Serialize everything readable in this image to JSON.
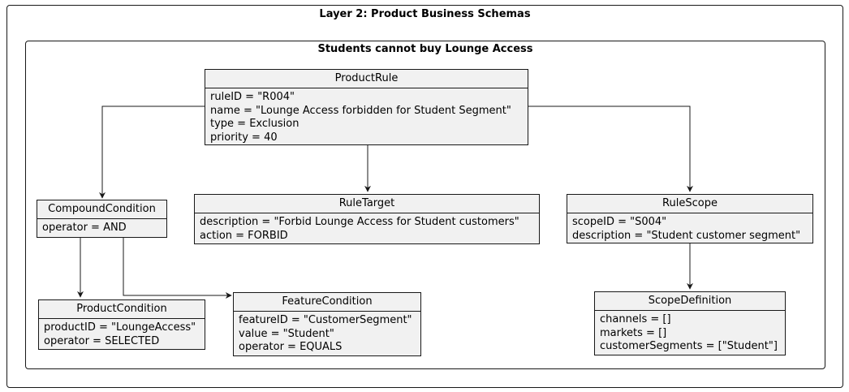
{
  "outer": {
    "title": "Layer 2: Product Business Schemas"
  },
  "inner": {
    "title": "Students cannot buy Lounge Access"
  },
  "objects": {
    "product_rule": {
      "name": "ProductRule",
      "fields": [
        "ruleID = \"R004\"",
        "name = \"Lounge Access forbidden for Student Segment\"",
        "type = Exclusion",
        "priority = 40"
      ]
    },
    "compound_condition": {
      "name": "CompoundCondition",
      "fields": [
        "operator = AND"
      ]
    },
    "rule_target": {
      "name": "RuleTarget",
      "fields": [
        "description = \"Forbid Lounge Access for Student customers\"",
        "action = FORBID"
      ]
    },
    "rule_scope": {
      "name": "RuleScope",
      "fields": [
        "scopeID = \"S004\"",
        "description = \"Student customer segment\""
      ]
    },
    "product_condition": {
      "name": "ProductCondition",
      "fields": [
        "productID = \"LoungeAccess\"",
        "operator = SELECTED"
      ]
    },
    "feature_condition": {
      "name": "FeatureCondition",
      "fields": [
        "featureID = \"CustomerSegment\"",
        "value = \"Student\"",
        "operator = EQUALS"
      ]
    },
    "scope_definition": {
      "name": "ScopeDefinition",
      "fields": [
        "channels = []",
        "markets = []",
        "customerSegments = [\"Student\"]"
      ]
    }
  }
}
